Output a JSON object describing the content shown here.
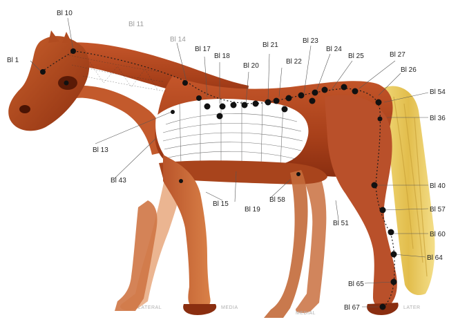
{
  "diagram": {
    "colors": {
      "body": "#b0451c",
      "body_dark": "#7a2208",
      "body_light": "#d8733e",
      "tail": "#e8c65a",
      "point": "#111111",
      "leader": "#555555"
    },
    "labels": {
      "bl1": "Bl 1",
      "bl10": "Bl 10",
      "bl11": "Bl 11",
      "bl13": "Bl 13",
      "bl14": "Bl 14",
      "bl15": "Bl 15",
      "bl17": "Bl 17",
      "bl18": "Bl 18",
      "bl19": "Bl 19",
      "bl20": "Bl 20",
      "bl21": "Bl 21",
      "bl22": "Bl 22",
      "bl23": "Bl 23",
      "bl24": "Bl 24",
      "bl25": "Bl 25",
      "bl26": "Bl 26",
      "bl27": "Bl 27",
      "bl36": "Bl 36",
      "bl40": "Bl 40",
      "bl43": "Bl 43",
      "bl51": "Bl 51",
      "bl54": "Bl 54",
      "bl57": "Bl 57",
      "bl58": "Bl 58",
      "bl60": "Bl 60",
      "bl64": "Bl 64",
      "bl65": "Bl 65",
      "bl67": "Bl 67"
    },
    "view_labels": {
      "lateral": "LATERAL",
      "medial_left": "MEDIA",
      "medial": "MEDIAL",
      "lateral_right": "LATER"
    }
  }
}
